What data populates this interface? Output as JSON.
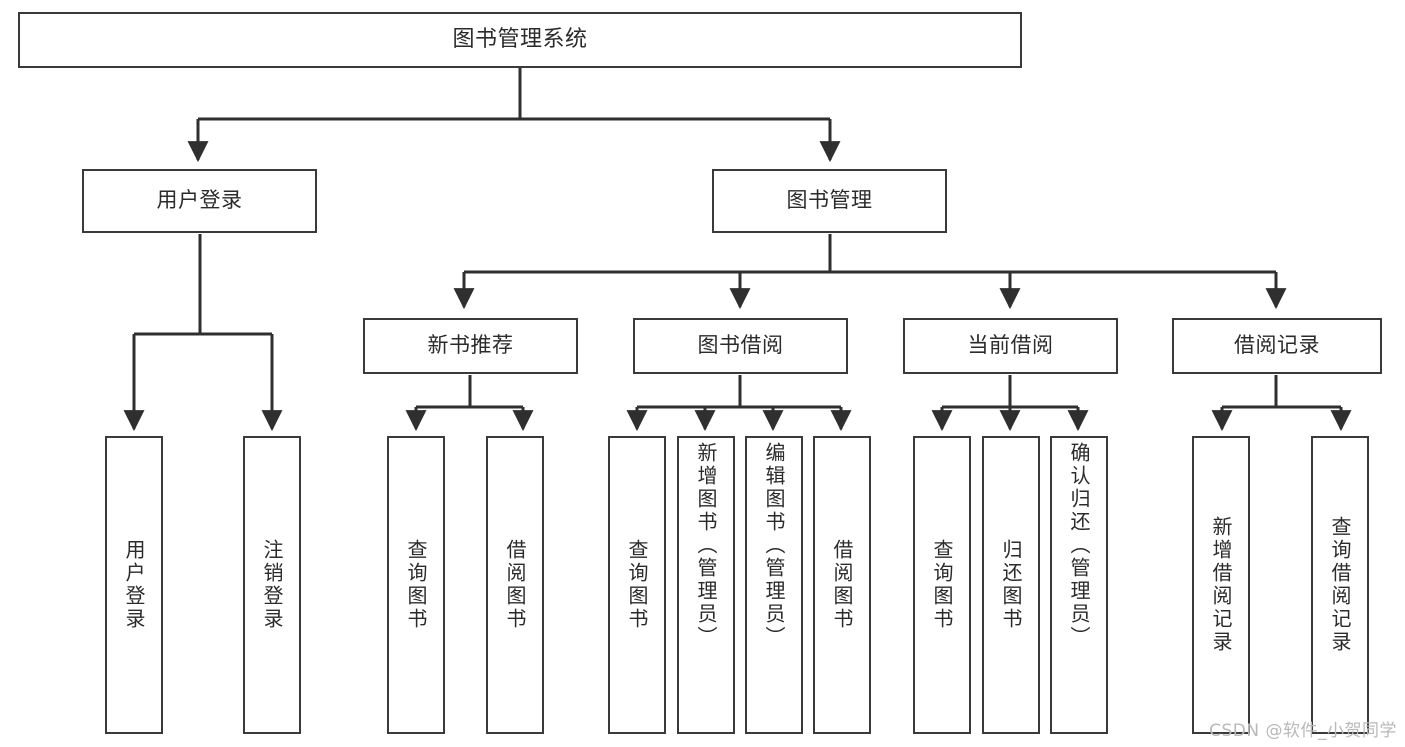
{
  "diagram": {
    "type": "tree-hierarchy",
    "title": "图书管理系统",
    "stroke_color": "#3a3a3a",
    "fill_color": "#ffffff",
    "text_color": "#2b2b2b",
    "root": {
      "label": "图书管理系统"
    },
    "level2": [
      {
        "label": "用户登录"
      },
      {
        "label": "图书管理"
      }
    ],
    "level3": [
      {
        "label": "新书推荐"
      },
      {
        "label": "图书借阅"
      },
      {
        "label": "当前借阅"
      },
      {
        "label": "借阅记录"
      }
    ],
    "leaves": {
      "user_login": [
        {
          "label": "用户登录"
        },
        {
          "label": "注销登录"
        }
      ],
      "new_book": [
        {
          "label": "查询图书"
        },
        {
          "label": "借阅图书"
        }
      ],
      "book_borrow": [
        {
          "label": "查询图书"
        },
        {
          "label": "新增图书（管理员）"
        },
        {
          "label": "编辑图书（管理员）"
        },
        {
          "label": "借阅图书"
        }
      ],
      "current_borrow": [
        {
          "label": "查询图书"
        },
        {
          "label": "归还图书"
        },
        {
          "label": "确认归还（管理员）"
        }
      ],
      "borrow_record": [
        {
          "label": "新增借阅记录"
        },
        {
          "label": "查询借阅记录"
        }
      ]
    }
  },
  "watermark": {
    "text": "CSDN @软件_小贺同学",
    "color": "#b9b9b9"
  }
}
